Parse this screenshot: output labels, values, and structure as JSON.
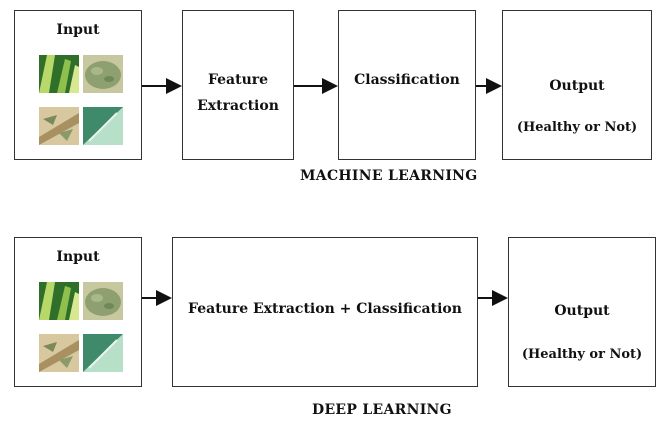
{
  "machine_learning": {
    "input_label": "Input",
    "feature_extraction": [
      "Feature",
      "Extraction"
    ],
    "classification_label": "Classification",
    "output_label": "Output",
    "output_sub": "(Healthy or Not)",
    "caption": "MACHINE LEARNING"
  },
  "deep_learning": {
    "input_label": "Input",
    "combined_label": "Feature Extraction + Classification",
    "output_label": "Output",
    "output_sub": "(Healthy or Not)",
    "caption": "DEEP LEARNING"
  },
  "colors": {
    "border": "#333333",
    "arrow": "#111111",
    "leaf_green": "#5a9a4a",
    "leaf_pale": "#b9c9a8",
    "leaf_tan": "#c9b890",
    "leaf_mint": "#9fd0b8"
  },
  "image_icons": [
    "leaf-photo-icon",
    "leaf-photo-icon",
    "leaf-photo-icon",
    "leaf-photo-icon"
  ]
}
